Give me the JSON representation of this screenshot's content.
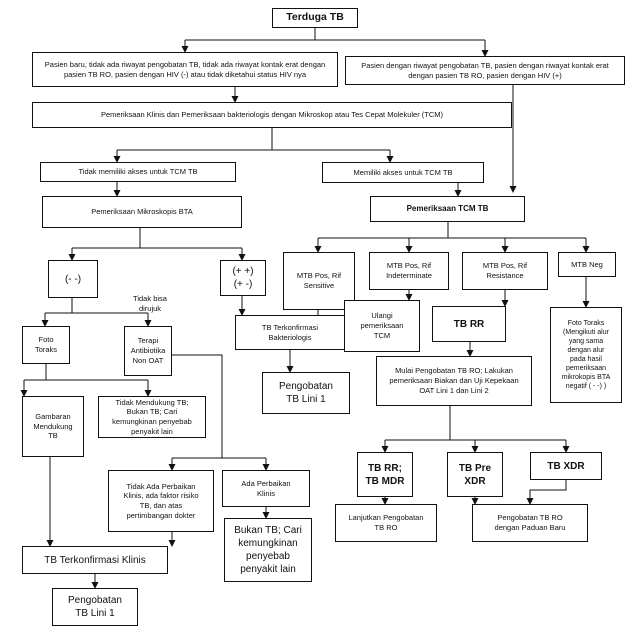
{
  "nodes": {
    "suspect": "Terduga TB",
    "no_history": "Pasien baru, tidak ada riwayat pengobatan TB, tidak ada riwayat kontak erat dengan pasien TB RO, pasien dengan HIV (-) atau tidak diketahui status HIV nya",
    "history": "Pasien dengan riwayat pengobatan TB, pasien dengan riwayat kontak erat dengan pasien TB RO, pasien dengan HIV (+)",
    "clinical_exam": "Pemeriksaan Klinis dan Pemeriksaan bakteriologis dengan Mikroskop atau Tes Cepat Molekuler (TCM)",
    "no_tcm": "Tidak memiliki akses untuk TCM TB",
    "has_tcm": "Memiliki akses untuk TCM TB",
    "microscopy": "Pemeriksaan Mikroskopis BTA",
    "tcm_exam": "Pemeriksaan TCM TB",
    "neg": "(- -)",
    "pos": "(+ +)\n(+ -)",
    "cannot_refer": "Tidak bisa\ndirujuk",
    "xray": "Foto\nToraks",
    "antibiotic": "Terapi\nAntibiotika\nNon OAT",
    "bact_confirmed": "TB Terkonfirmasi\nBakteriologis",
    "treat_line1_a": "Pengobatan\nTB Lini 1",
    "supportive": "Gambaran\nMendukung\nTB",
    "not_supportive": "Tidak Mendukung TB;\nBukan TB; Cari\nkemungkinan penyebab\npenyakit lain",
    "no_improve": "Tidak Ada Perbaikan\nKlinis, ada faktor risiko\nTB, dan atas\npertimbangan dokter",
    "improve": "Ada Perbaikan\nKlinis",
    "not_tb": "Bukan TB; Cari\nkemungkinan\npenyebab\npenyakit lain",
    "clin_confirmed": "TB Terkonfirmasi Klinis",
    "treat_line1_b": "Pengobatan\nTB Lini 1",
    "mtb_sensitive": "MTB Pos, Rif\nSensitive",
    "mtb_indet": "MTB Pos, Rif\nIndeterminate",
    "mtb_resist": "MTB Pos, Rif\nResistance",
    "mtb_neg": "MTB Neg",
    "repeat_tcm": "Ulangi\npemeriksaan\nTCM",
    "tb_rr": "TB RR",
    "xray_follow": "Foto Toraks\n(Mengikuti alur\nyang sama\ndengan alur\npada hasil\npemeriksaan\nmikrokopis BTA\nnegatif  ( - -) )",
    "start_ro": "Mulai Pengobatan TB RO; Lakukan\npemeriksaan Biakan dan Uji Kepekaan\nOAT Lini 1 dan Lini 2",
    "rr_mdr": "TB RR;\nTB MDR",
    "pre_xdr": "TB Pre\nXDR",
    "xdr": "TB XDR",
    "continue_ro": "Lanjutkan Pengobatan\nTB RO",
    "new_regimen": "Pengobatan TB RO\ndengan Paduan Baru"
  }
}
